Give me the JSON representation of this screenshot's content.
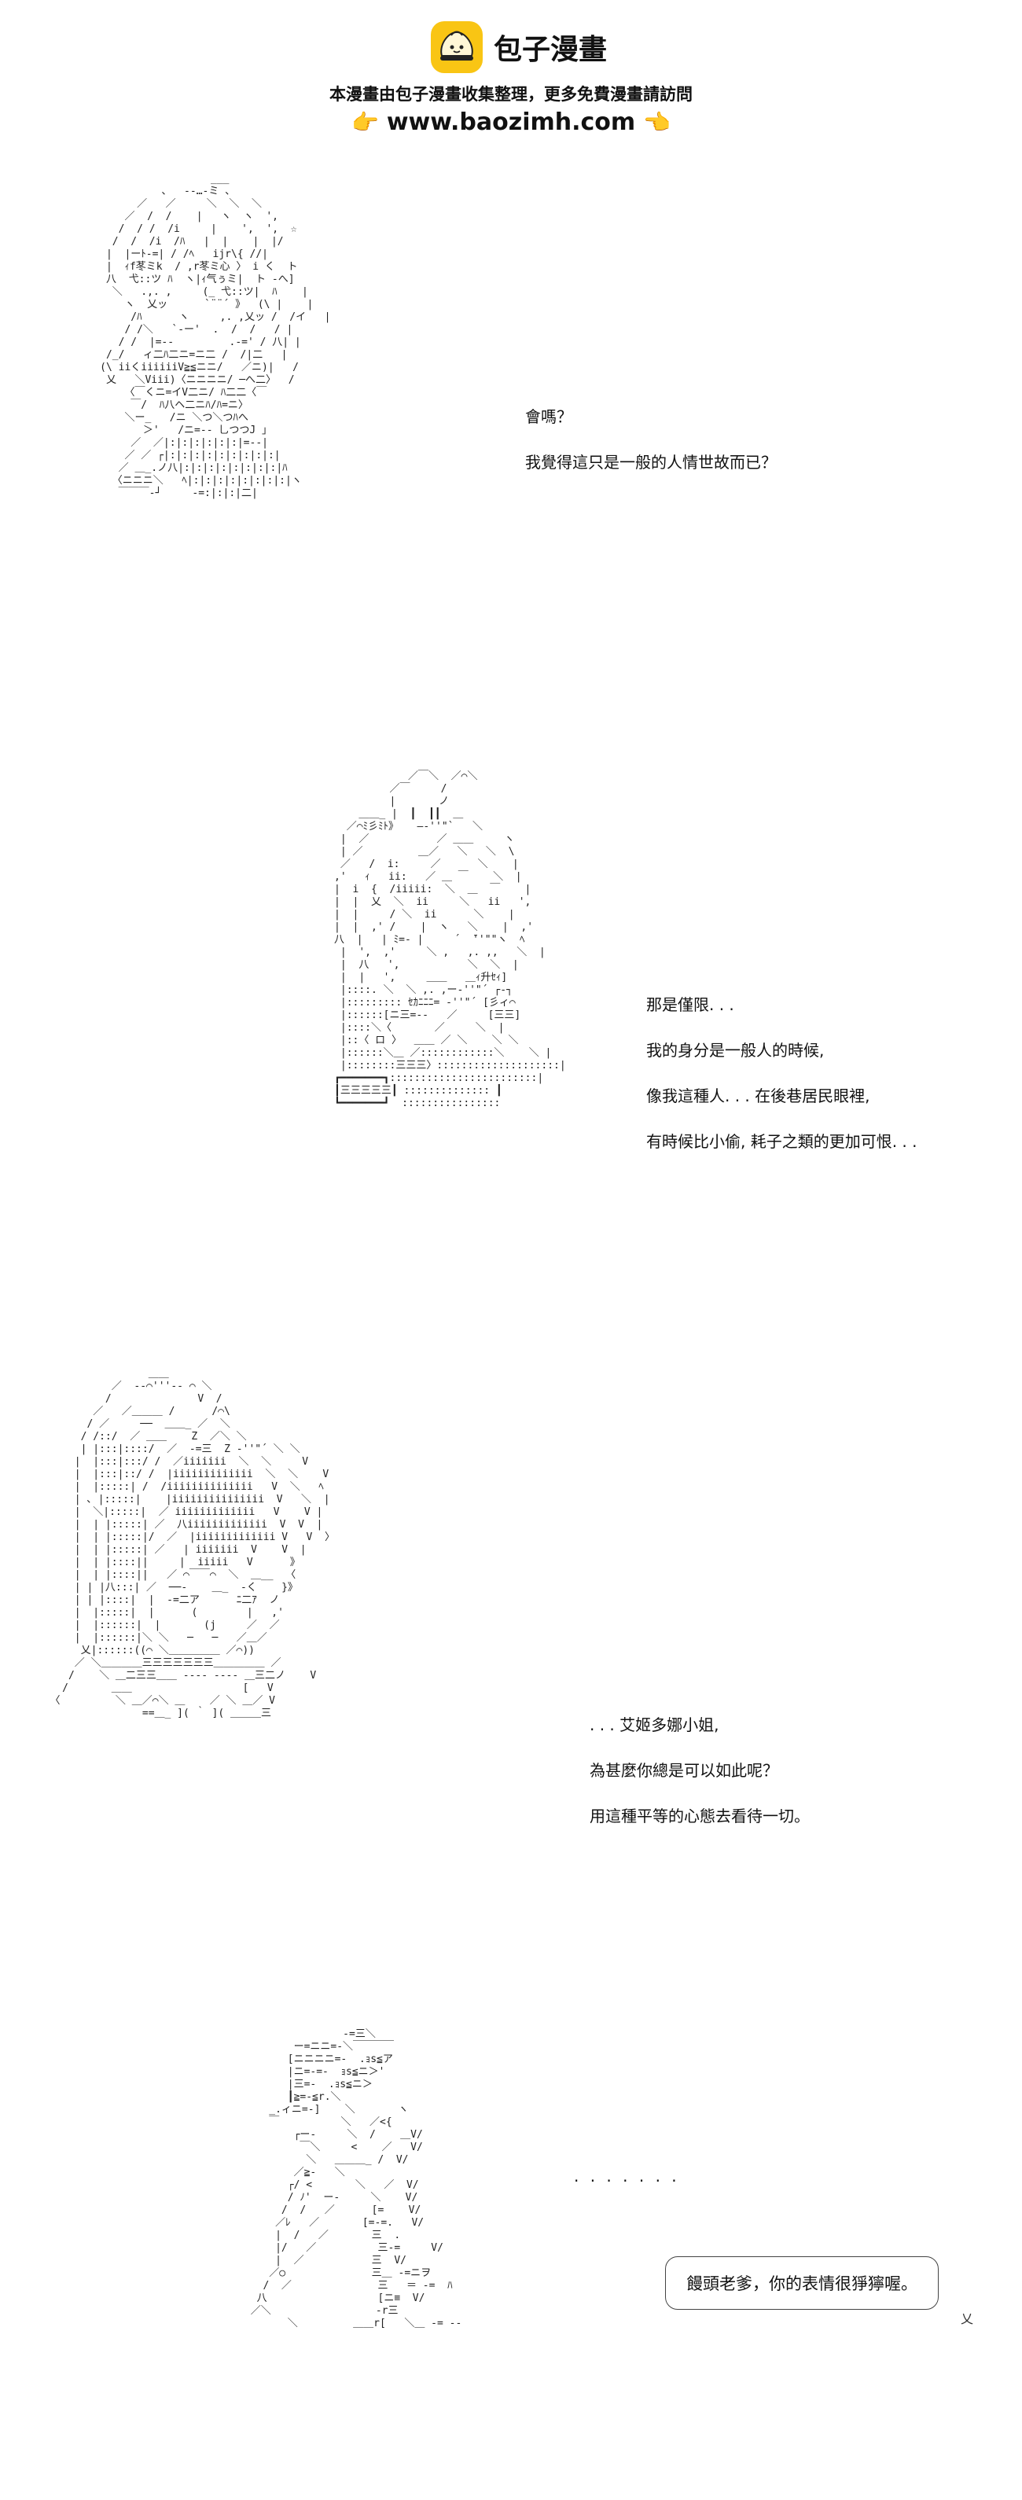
{
  "header": {
    "logo_text": "包子漫畫",
    "tagline": "本漫畫由包子漫畫收集整理，更多免費漫畫請訪問",
    "site_url": "www.baozimh.com",
    "hand_left": "👉",
    "hand_right": "👈"
  },
  "panels": [
    {
      "lines": [
        "會嗎？",
        "我覺得這只是一般的人情世故而已？"
      ]
    },
    {
      "lines": [
        "那是僅限. . .",
        "我的身分是一般人的時候,",
        "像我這種人. . . 在後巷居民眼裡,",
        "有時候比小偷, 耗子之類的更加可恨. . ."
      ]
    },
    {
      "lines": [
        ". . . 艾姬多娜小姐,",
        "為甚麼你總是可以如此呢？",
        "用這種平等的心態去看待一切。"
      ]
    },
    {
      "dots": ". . . . . . .",
      "bubble": "饅頭老爹，你的表情很猙獰喔。"
    }
  ],
  "aa": {
    "a1": "                       ___\n               、  -‐…‐ミ 、\n           ／   ／     ＼  ＼  ＼\n         ／  /  /    |   ヽ  ヽ  ',\n        /  / /  /i     |    ',  ',  ☆\n       /  /  /i  /ﾊ   |  |    |  |/\n      |  |ーﾄ-=| / /ﾍ   ijr\\{ //|\n      |  ｨf苳ミk  / ,r苳ミ心 〉 i く  ト\n      八  弋::ツ ﾊ  ヽ|ｨ气ぅミ|  ト ‐へ]\n       ＼   .,. ,     (_ 弋::ツ|  ﾊ    |\n         ヽ  乂ッ      `¨¨´ 》  (\\ |    |\n          /ﾊ      ヽ     ,. ,乂ッ /  /イ   |\n         / /＼   `‐ー'  .  /  /   / |\n        / /  |=‐-         .-=' / 八| |\n      /_/   ィ二ﾊ二ニ=ニ二 /  /|二   |\n     (\\ iiくiiiiiiV≧≦ニニ/   ／ニ)|   /\n      乂   ＼Viii)〈ニニニニ/ ─へ二〉  /\n         〈￣くニ=イV二ニ/ ﾊ二二〈￣\n          ￣/  ﾊ八ヘ二ニﾊ/ﾊ=ニ〉\n         ＼ー_   /ニ ＼つ＼つﾊへ\n            ＞'   /ニ=-‐ 乚つつJ 」\n          ／  ／|:|:|:|:|:|:|=-‐|\n         ／ ／ ┌|:|:|:|:|:|:|:|:|:|\n        ／ ＿_.ノ八|:|:|:|:|:|:|:|:|ﾊ\n       〈ニニニ＼   ﾍ|:|:|:|:|:|:|:|:|ヽ\n        ￣￣￣‐┘     ‐=:|:|:|二|",
    "a2": "                             ／￣＼  ／⌒＼\n                          ／￣     /\n                          |       ノ    \n                     ＿＿_ |  ┃  ┃┃  ＿\n                   ／⌒ﾐ彡ﾐﾄ》   ―‐''\"`   ＼\n                  |  ／           ／ ＿＿     ヽ\n                  | ／         ＿／   ＼   ＼  \\\n                  ／   /  i:     ／      ＼    |\n                 ,'   ｨ   ii:   ／ ＿ ￣    ＼  |\n                 |  i  {  /iiiii:  ＼  ＿  ￣    |\n                 |  |  乂  ＼  ii     ＼   ii   ',\n                 |  |     / ＼  ii      ＼    |   \n                 |  |  ,' /    |  ヽ   ＼    |  ,'\n                 八  |   | ﾐ=‐ |     ´  ̄''\"\"ヽ  ﾍ\n                  |  ',  ,'     ＼ ,   ,. ,,   ＼  |\n                  |  八   ',           ＼  ＼  |\n                  |  |   ',     ＿＿   ＿ｨ升ｾｨ]\n                  |::::. ＼  ＼ ,. ,ー‐''\"´ ┌‐┐\n                  |::::::::: ｾｶﾆﾆﾆ= ‐''\"´ [彡ィ⌒\n                  |::::::[ニ三=‐-   ／     [三三]\n                  |::::＼〈       ／     ＼  |\n                  |::〈 ロ 〉  ＿＿ ／ ＼    ＼ ＼\n                  |::::::＼＿ ／::::::::::::＼    ＼ |\n                  |::::::::三三三〉::::::::::::::::::::|\n                 ┏━━━━━━━┓::::::::::::::::::::::::|\n                 ┃三三三三三┃ :::::::::::::: ┃\n                 ┗━━━━━━━┛  ::::::::::::::::",
    "a3": "                   ＿＿\n             ／  ‐‐⌒'''‐‐ ⌒ ＼\n            /              V  /\n          ／   ／＿＿＿ /      /⌒\\\n         / ／     ──  ＿＿_ ／  ＼\n        / /::/  ／ ＿＿    Z  ／＼ ＼\n        | |:::|::::/  ／  -=三  Z ‐''\"´ ＼ ＼\n       |  |:::|:::/ /  ／iiiiiii  ＼  ＼     V\n       |  |:::|::/ /  |iiiiiiiiiiiii  ＼  ＼    V\n       |  |:::::| /  /iiiiiiiiiiiiii   V  ＼   ﾍ\n       | ､ |:::::|    |iiiiiiiiiiiiiii  V   ＼  |\n       |  ＼|:::::|  ／ iiiiiiiiiiiii   V    V |\n       |  | |:::::| ／  八iiiiiiiiiiiii  V  V  |\n       |  | |:::::|/  ／  |iiiiiiiiiiiii V   V  〉\n       |  | |:::::| ／   | iiiiiii  V    V  |\n       |  | |::::||     |  iiiii   V      》\n       |  | |::::||   ／ ⌒￣￣⌒  ＼  ＿__  〈\n       | | |八:::| ／  ──‐    ＿_  ‐く    }》\n       | | |::::|  |  ‐=二ア      ﾆ二ｱ  ノ\n       |  |:::::|  |      (        |   ,'\n       |  |::::::|  |       (j     ／  ／\n       |  |::::::|＼ ＼   ─   ─   ／＿／\n        乂|::::::((⌒ ＼＿＿＿＿＿ ／⌒))\n       ／ ＼＿＿＿＿三三三三三三三＿＿＿＿＿ ／\n      /    ＼ ＿二三三＿＿ ‐‐‐‐ ‐‐‐‐ ＿三二ノ    V\n     /       ＿＿                  [   V\n   〈         ＼ ＿／⌒＼ ＿    ／ ＼ ＿／ V\n                  ==＿_ ]( ｀ ]( ＿＿＿三",
    "a4": "                      -=三＼\n              ー=ニニ=‐＼￣￣￣￣\n             [ニニニニ=‐  .ｮs≦ア\n             |ニ=-=‐  ｮs≦ニ＞'\n             |三=‐  .ｮs≦ニ＞\n             ┃≧=‐≦r.＼     \n          _.ィニ=-]    ＼       ヽ\n          ￣          ＼   ／<{\n              ┌ー‐     ＼  /    ＿V/\n               ￣＼     <    ／   V/\n                ＼   ＿＿＿_ /  V/\n              ／≧‐   ＼        \n             ┌/ <       ＼   ／  V/\n             / ﾉ'  ー‐     ＼    V/\n            /  /   ／      [=    V/\n           ／ﾚ   ／       [=‐=.   V/\n           |  /   ／       三  .\n           |/   ／          三‐=     V/\n           |  ／           三  V/\n          ／○              三＿ ‐=ニヲ\n         /  ／              三   ＝ ‐=  ﾊ\n        八                  [ニ≡  V/\n       ／＼                 ‐r三  \n             ＼         ＿＿r[   ＼＿ ‐= ‐‐"
  }
}
